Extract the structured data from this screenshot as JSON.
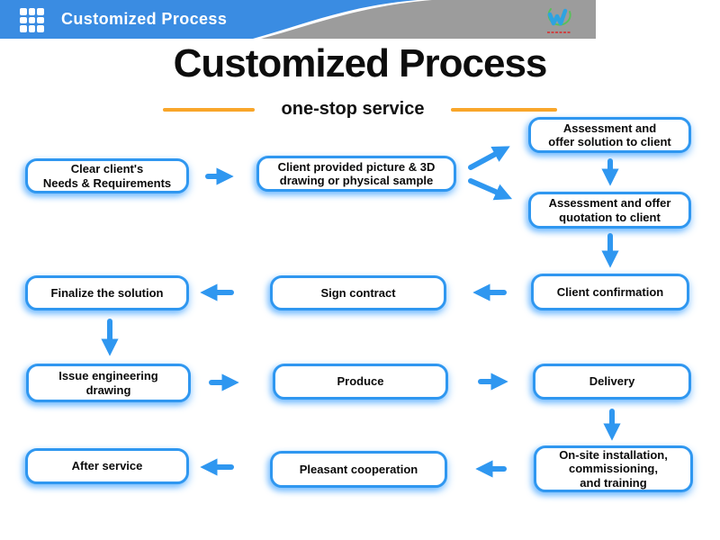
{
  "header": {
    "bar_title": "Customized Process",
    "icons": {
      "grid": "grid-icon",
      "logo": "company-logo"
    }
  },
  "main": {
    "title": "Customized Process",
    "subtitle": "one-stop service"
  },
  "colors": {
    "header_blue": "#3a8ce2",
    "header_gray": "#9c9c9c",
    "accent_blue": "#2f97f0",
    "orange_line": "#f9a62a",
    "box_fill": "#ffffff",
    "box_border": "#2f97f0"
  },
  "flow": {
    "nodes": [
      {
        "id": "clear-needs",
        "label": "Clear client's\nNeeds & Requirements"
      },
      {
        "id": "client-sample",
        "label": "Client provided picture & 3D\ndrawing or physical sample"
      },
      {
        "id": "assessment-solution",
        "label": "Assessment and\noffer solution to client"
      },
      {
        "id": "assessment-quotation",
        "label": "Assessment and offer\nquotation to client"
      },
      {
        "id": "client-confirmation",
        "label": "Client confirmation"
      },
      {
        "id": "sign-contract",
        "label": "Sign contract"
      },
      {
        "id": "finalize-solution",
        "label": "Finalize the solution"
      },
      {
        "id": "issue-engineering-drawing",
        "label": "Issue engineering\ndrawing"
      },
      {
        "id": "produce",
        "label": "Produce"
      },
      {
        "id": "delivery",
        "label": "Delivery"
      },
      {
        "id": "onsite-installation",
        "label": "On-site installation,\ncommissioning,\nand training"
      },
      {
        "id": "pleasant-cooperation",
        "label": "Pleasant cooperation"
      },
      {
        "id": "after-service",
        "label": "After service"
      }
    ]
  }
}
